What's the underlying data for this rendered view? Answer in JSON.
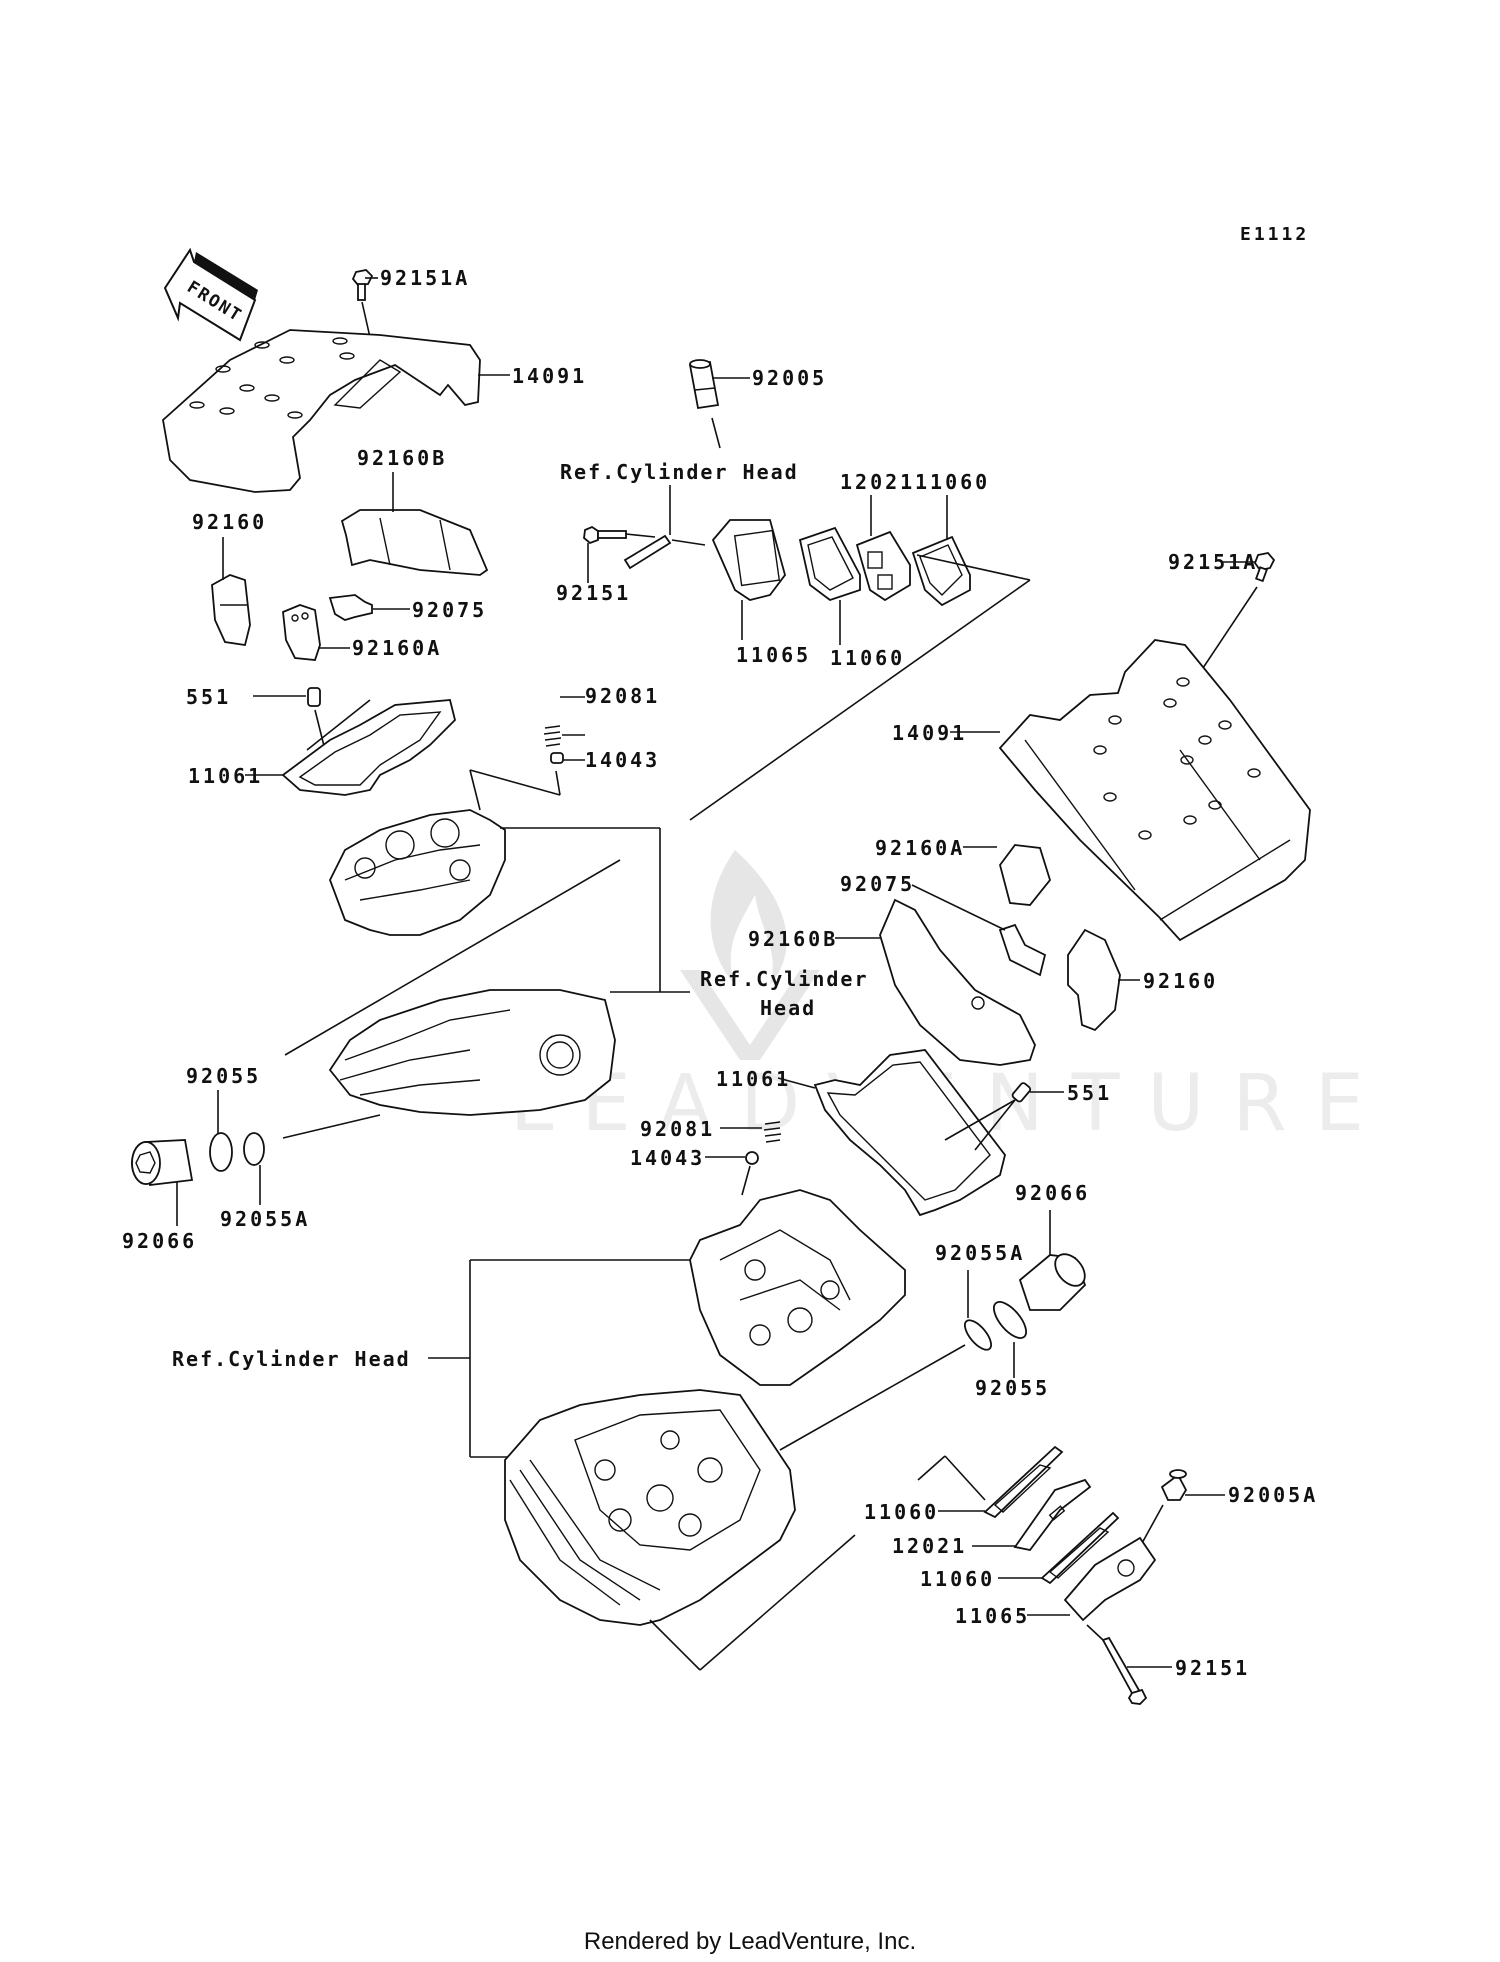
{
  "diagram": {
    "code": "E1112",
    "front_arrow_label": "FRONT",
    "watermark": "LEADVENTURE",
    "labels": {
      "top_92151A": "92151A",
      "top_14091": "14091",
      "top_92160B": "92160B",
      "top_92160": "92160",
      "top_92075": "92075",
      "top_92160A": "92160A",
      "top_92005": "92005",
      "top_ref_cylinder_head": "Ref.Cylinder Head",
      "top_92151": "92151",
      "top_11065": "11065",
      "top_11060_a": "11060",
      "top_12021": "12021",
      "top_11060_b": "11060",
      "right_92151A": "92151A",
      "right_14091": "14091",
      "left_551": "551",
      "left_11061": "11061",
      "left_92081": "92081",
      "left_14043": "14043",
      "right_92160A": "92160A",
      "right_92075": "92075",
      "right_92160B": "92160B",
      "mid_ref_cylinder_line1": "Ref.Cylinder",
      "mid_ref_cylinder_line2": "Head",
      "right_92160": "92160",
      "right_11061": "11061",
      "right_551": "551",
      "right_92081": "92081",
      "right_14043": "14043",
      "left_92055": "92055",
      "left_92066": "92066",
      "left_92055A": "92055A",
      "right_92066": "92066",
      "right_92055A": "92055A",
      "right_92055": "92055",
      "bottom_ref_cylinder_head": "Ref.Cylinder Head",
      "bottom_11060_a": "11060",
      "bottom_12021": "12021",
      "bottom_11060_b": "11060",
      "bottom_92005A": "92005A",
      "bottom_11065": "11065",
      "bottom_92151": "92151"
    }
  },
  "footer": {
    "text": "Rendered by LeadVenture, Inc."
  }
}
